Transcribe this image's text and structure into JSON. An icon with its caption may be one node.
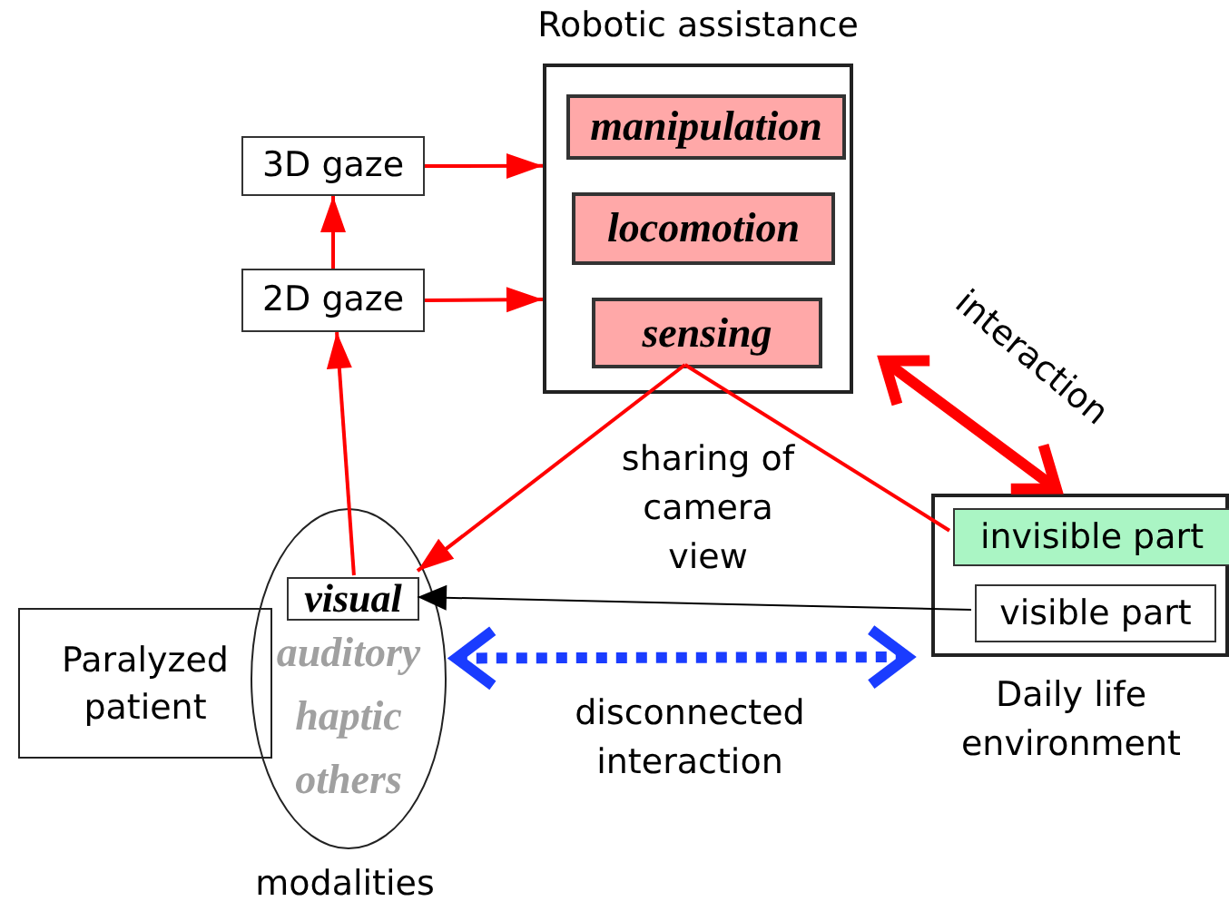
{
  "diagram": {
    "nodes": [
      {
        "text": [
          "Robotic assistance"
        ]
      },
      {
        "text": [
          "manipulation"
        ],
        "in": 0
      },
      {
        "text": [
          "locomotion"
        ],
        "in": 0
      },
      {
        "text": [
          "sensing"
        ],
        "in": 0
      },
      {
        "text": [
          "3D gaze"
        ]
      },
      {
        "text": [
          "2D gaze"
        ]
      },
      {
        "text": [
          "Paralyzed patient"
        ]
      },
      {
        "text": [
          "auditory",
          "haptic",
          "others"
        ],
        "beside": [
          "modalities"
        ]
      },
      {
        "text": [
          "visual"
        ],
        "in": 7
      },
      {
        "text": [],
        "shape": "box",
        "beside": [
          "Daily life environment"
        ]
      },
      {
        "text": [
          "invisible part"
        ],
        "in": 9
      },
      {
        "text": [
          "visible part"
        ],
        "in": 9
      }
    ],
    "edges": [
      {
        "from": 4,
        "to": 0,
        "arrow": "to"
      },
      {
        "from": 5,
        "to": 0,
        "arrow": "to"
      },
      {
        "from": 5,
        "to": 4,
        "arrow": "to"
      },
      {
        "from": 8,
        "to": 5,
        "arrow": "to"
      },
      {
        "from": 10,
        "to": 3,
        "arrow": "none"
      },
      {
        "from": 3,
        "to": 8,
        "arrow": "to",
        "label": "sharing of camera view"
      },
      {
        "from": 0,
        "to": 9,
        "arrow": "both",
        "style": "thick",
        "label": "interaction"
      },
      {
        "from": 11,
        "to": 8,
        "arrow": "to",
        "color": "#000000"
      },
      {
        "from": 7,
        "to": 9,
        "arrow": "both",
        "style": "dashed",
        "color": "#1a3cff",
        "label": "disconnected interaction"
      }
    ]
  }
}
